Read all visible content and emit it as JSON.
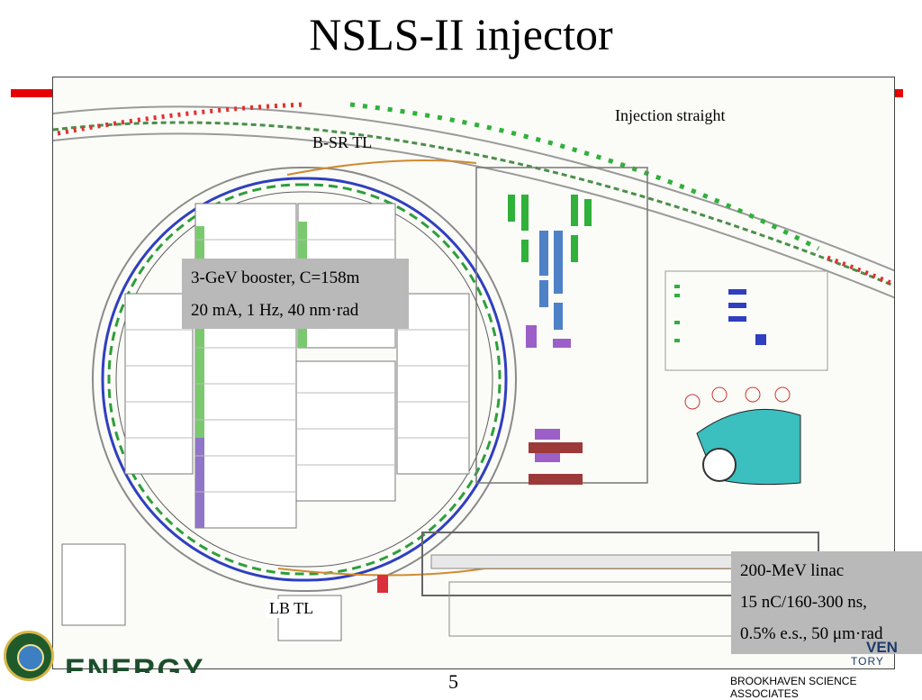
{
  "slide": {
    "title": "NSLS-II injector",
    "page_number": "5",
    "footer": "BROOKHAVEN SCIENCE ASSOCIATES",
    "lab_logo_fragment_1": "VEN",
    "lab_logo_fragment_2": "TORY",
    "energy_logo": "ENERGY"
  },
  "labels": {
    "injection_straight": "Injection straight",
    "bsr_tl": "B-SR TL",
    "lb_tl": "LB TL"
  },
  "booster_box": {
    "line1": "3-GeV booster, C=158m",
    "line2": "20 mA, 1 Hz, 40 nm·rad"
  },
  "linac_box": {
    "line1": "200-MeV linac",
    "line2": "15 nC/160-300 ns,",
    "line3": "0.5% e.s., 50 μm·rad"
  },
  "colors": {
    "accent_red": "#e60000",
    "box_gray": "#b9b9b9",
    "energy_green": "#1c4e2b",
    "ring_blue": "#2f3fbf",
    "ring_green": "#2e9e3a"
  }
}
